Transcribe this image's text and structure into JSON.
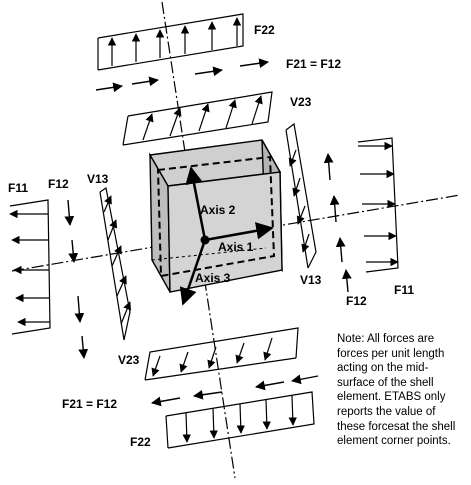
{
  "labels": {
    "f22_top": "F22",
    "f21_top": "F21 = F12",
    "v23_top": "V23",
    "f11_left": "F11",
    "f12_left": "F12",
    "v13_left": "V13",
    "axis2": "Axis 2",
    "axis1": "Axis 1",
    "axis3": "Axis 3",
    "v13_right": "V13",
    "f12_right": "F12",
    "f11_right": "F11",
    "v23_bottom": "V23",
    "f21_bottom": "F21 = F12",
    "f22_bottom": "F22"
  },
  "note": "Note: All forces are forces per unit length acting on the mid-surface of the shell element. ETABS only reports the value of these forcesat the shell element corner points."
}
